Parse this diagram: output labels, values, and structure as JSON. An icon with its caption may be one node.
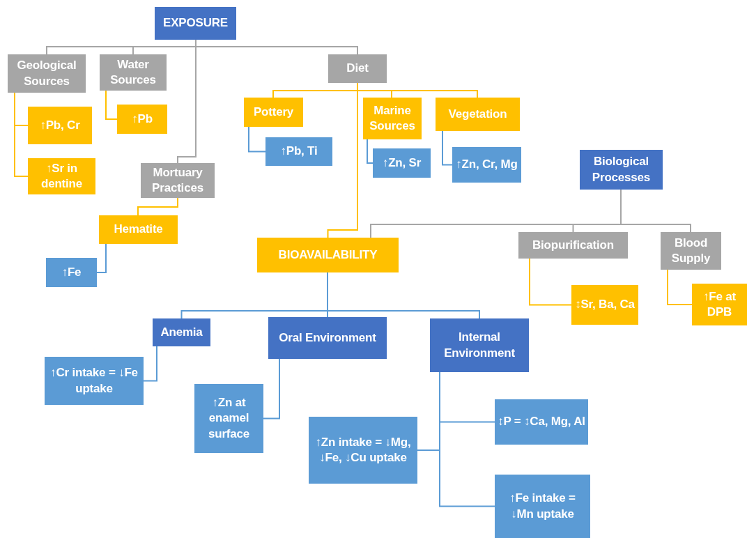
{
  "diagram": {
    "nodes": [
      {
        "text": [
          "EXPOSURE"
        ]
      },
      {
        "text": [
          "Geological Sources"
        ]
      },
      {
        "text": [
          "Water Sources"
        ]
      },
      {
        "text": [
          "Diet"
        ]
      },
      {
        "text": [
          "↑Pb, Cr"
        ]
      },
      {
        "text": [
          "↑Sr in dentine"
        ]
      },
      {
        "text": [
          "↑Pb"
        ]
      },
      {
        "text": [
          "Pottery"
        ]
      },
      {
        "text": [
          "Marine Sources"
        ]
      },
      {
        "text": [
          "Vegetation"
        ]
      },
      {
        "text": [
          "↑Pb, Ti"
        ]
      },
      {
        "text": [
          "↑Zn, Sr"
        ]
      },
      {
        "text": [
          "↑Zn, Cr, Mg"
        ]
      },
      {
        "text": [
          "Mortuary Practices"
        ]
      },
      {
        "text": [
          "Biological Processes"
        ]
      },
      {
        "text": [
          "Hematite"
        ]
      },
      {
        "text": [
          "↑Fe"
        ]
      },
      {
        "text": [
          "BIOAVAILABILITY"
        ]
      },
      {
        "text": [
          "Biopurification"
        ]
      },
      {
        "text": [
          "Blood Supply"
        ]
      },
      {
        "text": [
          "↕Sr, Ba, Ca"
        ]
      },
      {
        "text": [
          "↑Fe at DPB"
        ]
      },
      {
        "text": [
          "Anemia"
        ]
      },
      {
        "text": [
          "Oral Environment"
        ]
      },
      {
        "text": [
          "Internal Environment"
        ]
      },
      {
        "text": [
          "↑Cr intake = ↓Fe uptake"
        ]
      },
      {
        "text": [
          "↑Zn at enamel surface"
        ]
      },
      {
        "text": [
          "↑Zn intake = ↓Mg, ↓Fe, ↓Cu uptake"
        ]
      },
      {
        "text": [
          "↕P = ↕Ca, Mg, Al"
        ]
      },
      {
        "text": [
          "↑Fe intake = ↓Mn uptake"
        ]
      }
    ],
    "edges": [
      {
        "from": 0,
        "to": 1,
        "arrow": "none",
        "color": "#a6a6a6"
      },
      {
        "from": 0,
        "to": 2,
        "arrow": "none",
        "color": "#a6a6a6"
      },
      {
        "from": 0,
        "to": 3,
        "arrow": "none",
        "color": "#a6a6a6"
      },
      {
        "from": 0,
        "to": 13,
        "arrow": "none",
        "color": "#a6a6a6"
      },
      {
        "from": 1,
        "to": 4,
        "arrow": "none",
        "color": "#ffc000"
      },
      {
        "from": 1,
        "to": 5,
        "arrow": "none",
        "color": "#ffc000"
      },
      {
        "from": 2,
        "to": 6,
        "arrow": "none",
        "color": "#ffc000"
      },
      {
        "from": 3,
        "to": 7,
        "arrow": "none",
        "color": "#ffc000"
      },
      {
        "from": 3,
        "to": 8,
        "arrow": "none",
        "color": "#ffc000"
      },
      {
        "from": 3,
        "to": 9,
        "arrow": "none",
        "color": "#ffc000"
      },
      {
        "from": 3,
        "to": 17,
        "arrow": "none",
        "color": "#ffc000"
      },
      {
        "from": 7,
        "to": 10,
        "arrow": "none"
      },
      {
        "from": 8,
        "to": 11,
        "arrow": "none"
      },
      {
        "from": 9,
        "to": 12,
        "arrow": "none"
      },
      {
        "from": 13,
        "to": 15,
        "arrow": "none",
        "color": "#ffc000"
      },
      {
        "from": 15,
        "to": 16,
        "arrow": "none"
      },
      {
        "from": 14,
        "to": 17,
        "arrow": "none",
        "color": "#a6a6a6"
      },
      {
        "from": 14,
        "to": 18,
        "arrow": "none",
        "color": "#a6a6a6"
      },
      {
        "from": 14,
        "to": 19,
        "arrow": "none",
        "color": "#a6a6a6"
      },
      {
        "from": 18,
        "to": 20,
        "arrow": "none",
        "color": "#ffc000"
      },
      {
        "from": 19,
        "to": 21,
        "arrow": "none",
        "color": "#ffc000"
      },
      {
        "from": 17,
        "to": 22,
        "arrow": "none"
      },
      {
        "from": 17,
        "to": 23,
        "arrow": "none"
      },
      {
        "from": 17,
        "to": 24,
        "arrow": "none"
      },
      {
        "from": 22,
        "to": 25,
        "arrow": "none"
      },
      {
        "from": 23,
        "to": 26,
        "arrow": "none"
      },
      {
        "from": 24,
        "to": 27,
        "arrow": "none"
      },
      {
        "from": 24,
        "to": 28,
        "arrow": "none"
      },
      {
        "from": 24,
        "to": 29,
        "arrow": "none"
      }
    ]
  }
}
